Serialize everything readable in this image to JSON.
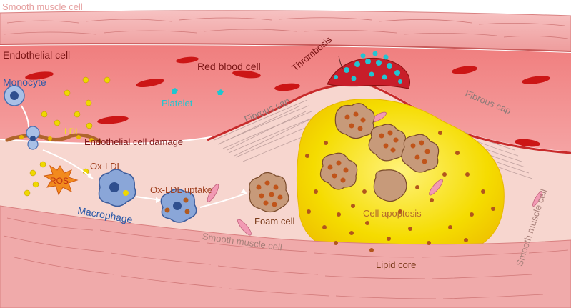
{
  "labels": {
    "smooth_muscle_cell_top": "Smooth muscle cell",
    "endothelial_cell": "Endothelial cell",
    "red_blood_cell": "Red blood cell",
    "thrombosis": "Thrombosis",
    "monocyte": "Monocyte",
    "platelet": "Platelet",
    "fibrous_cap_left": "Fibrous cap",
    "fibrous_cap_right": "Fibrous cap",
    "ldl": "LDL",
    "endothelial_cell_damage": "Endothelial cell damage",
    "ox_ldl": "Ox-LDL",
    "ros": "ROS",
    "ox_ldl_uptake": "Ox-LDL uptake",
    "macrophage": "Macrophage",
    "foam_cell": "Foam cell",
    "cell_apoptosis": "Cell apoptosis",
    "smooth_muscle_cell_bottom": "Smooth muscle cell",
    "smooth_muscle_cell_right": "Smooth muscle cell",
    "lipid_core": "Lipid core"
  },
  "colors": {
    "vessel_wall": "#f0a8a8",
    "lumen": "#f29595",
    "intima": "#f7d3cc",
    "lipid_core": "#f7e200",
    "red_blood_cell": "#d11a1a",
    "ldl_particle": "#f0d800",
    "platelet": "#1ec6d0",
    "macrophage": "#8aa6d8",
    "foam_cell": "#c79a7a",
    "label_dark": "#7a1414",
    "label_blue": "#2d5aa8"
  }
}
